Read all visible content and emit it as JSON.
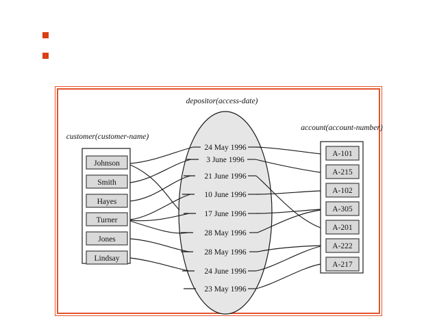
{
  "slide": {
    "background_color": "#ffffff",
    "bullets": [
      {
        "name": "bullet-1",
        "text": "",
        "color": "#d93f15"
      },
      {
        "name": "bullet-2",
        "text": "",
        "color": "#d93f15"
      }
    ]
  },
  "frame": {
    "border_color": "#e2522a",
    "fill": "#ffffff"
  },
  "diagram": {
    "type": "er-relationship-set",
    "title_relationship": "depositor(access-date)",
    "left_set_label": "customer(customer-name)",
    "right_set_label": "account(account-number)",
    "relationship_fill": "#e6e6e6",
    "entity_fill": "#d9d9d9",
    "line_color": "#1a1a1a",
    "customers": [
      {
        "id": "johnson",
        "label": "Johnson"
      },
      {
        "id": "smith",
        "label": "Smith"
      },
      {
        "id": "hayes",
        "label": "Hayes"
      },
      {
        "id": "turner",
        "label": "Turner"
      },
      {
        "id": "jones",
        "label": "Jones"
      },
      {
        "id": "lindsay",
        "label": "Lindsay"
      }
    ],
    "access_dates": [
      {
        "id": "d1",
        "label": "24 May 1996"
      },
      {
        "id": "d2",
        "label": "3 June 1996"
      },
      {
        "id": "d3",
        "label": "21 June 1996"
      },
      {
        "id": "d4",
        "label": "10 June 1996"
      },
      {
        "id": "d5",
        "label": "17 June 1996"
      },
      {
        "id": "d6",
        "label": "28 May 1996"
      },
      {
        "id": "d7",
        "label": "28 May 1996"
      },
      {
        "id": "d8",
        "label": "24 June 1996"
      },
      {
        "id": "d9",
        "label": "23 May 1996"
      }
    ],
    "accounts": [
      {
        "id": "a101",
        "label": "A-101"
      },
      {
        "id": "a215",
        "label": "A-215"
      },
      {
        "id": "a102",
        "label": "A-102"
      },
      {
        "id": "a305",
        "label": "A-305"
      },
      {
        "id": "a201",
        "label": "A-201"
      },
      {
        "id": "a222",
        "label": "A-222"
      },
      {
        "id": "a217",
        "label": "A-217"
      }
    ],
    "relationships": [
      {
        "customer": "Johnson",
        "access_date": "24 May 1996",
        "account": "A-101"
      },
      {
        "customer": "Johnson",
        "access_date": "3 June 1996",
        "account": "A-201"
      },
      {
        "customer": "Smith",
        "access_date": "21 June 1996",
        "account": "A-215"
      },
      {
        "customer": "Hayes",
        "access_date": "10 June 1996",
        "account": "A-102"
      },
      {
        "customer": "Turner",
        "access_date": "17 June 1996",
        "account": "A-305"
      },
      {
        "customer": "Turner",
        "access_date": "28 May 1996",
        "account": "A-201"
      },
      {
        "customer": "Turner",
        "access_date": "28 May 1996",
        "account": "A-222"
      },
      {
        "customer": "Jones",
        "access_date": "24 June 1996",
        "account": "A-217"
      },
      {
        "customer": "Lindsay",
        "access_date": "23 May 1996",
        "account": "A-222"
      }
    ]
  }
}
